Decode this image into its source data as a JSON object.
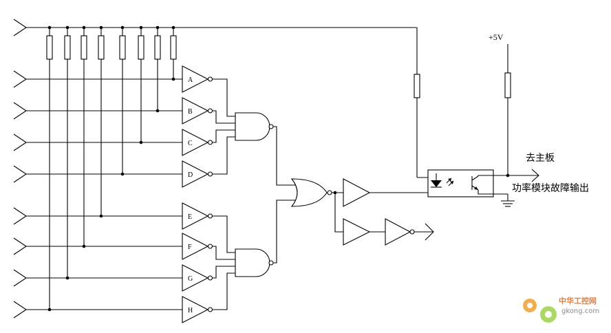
{
  "diagram": {
    "inverter_labels": [
      "A",
      "B",
      "C",
      "D",
      "E",
      "F",
      "G",
      "H"
    ],
    "supply_label": "+5V",
    "output_main_label": "去主板",
    "output_fault_label": "功率模块故障输出"
  },
  "watermark": {
    "brand": "中华工控网",
    "site": "gkong.com",
    "icon": "gear-logo-icon"
  }
}
